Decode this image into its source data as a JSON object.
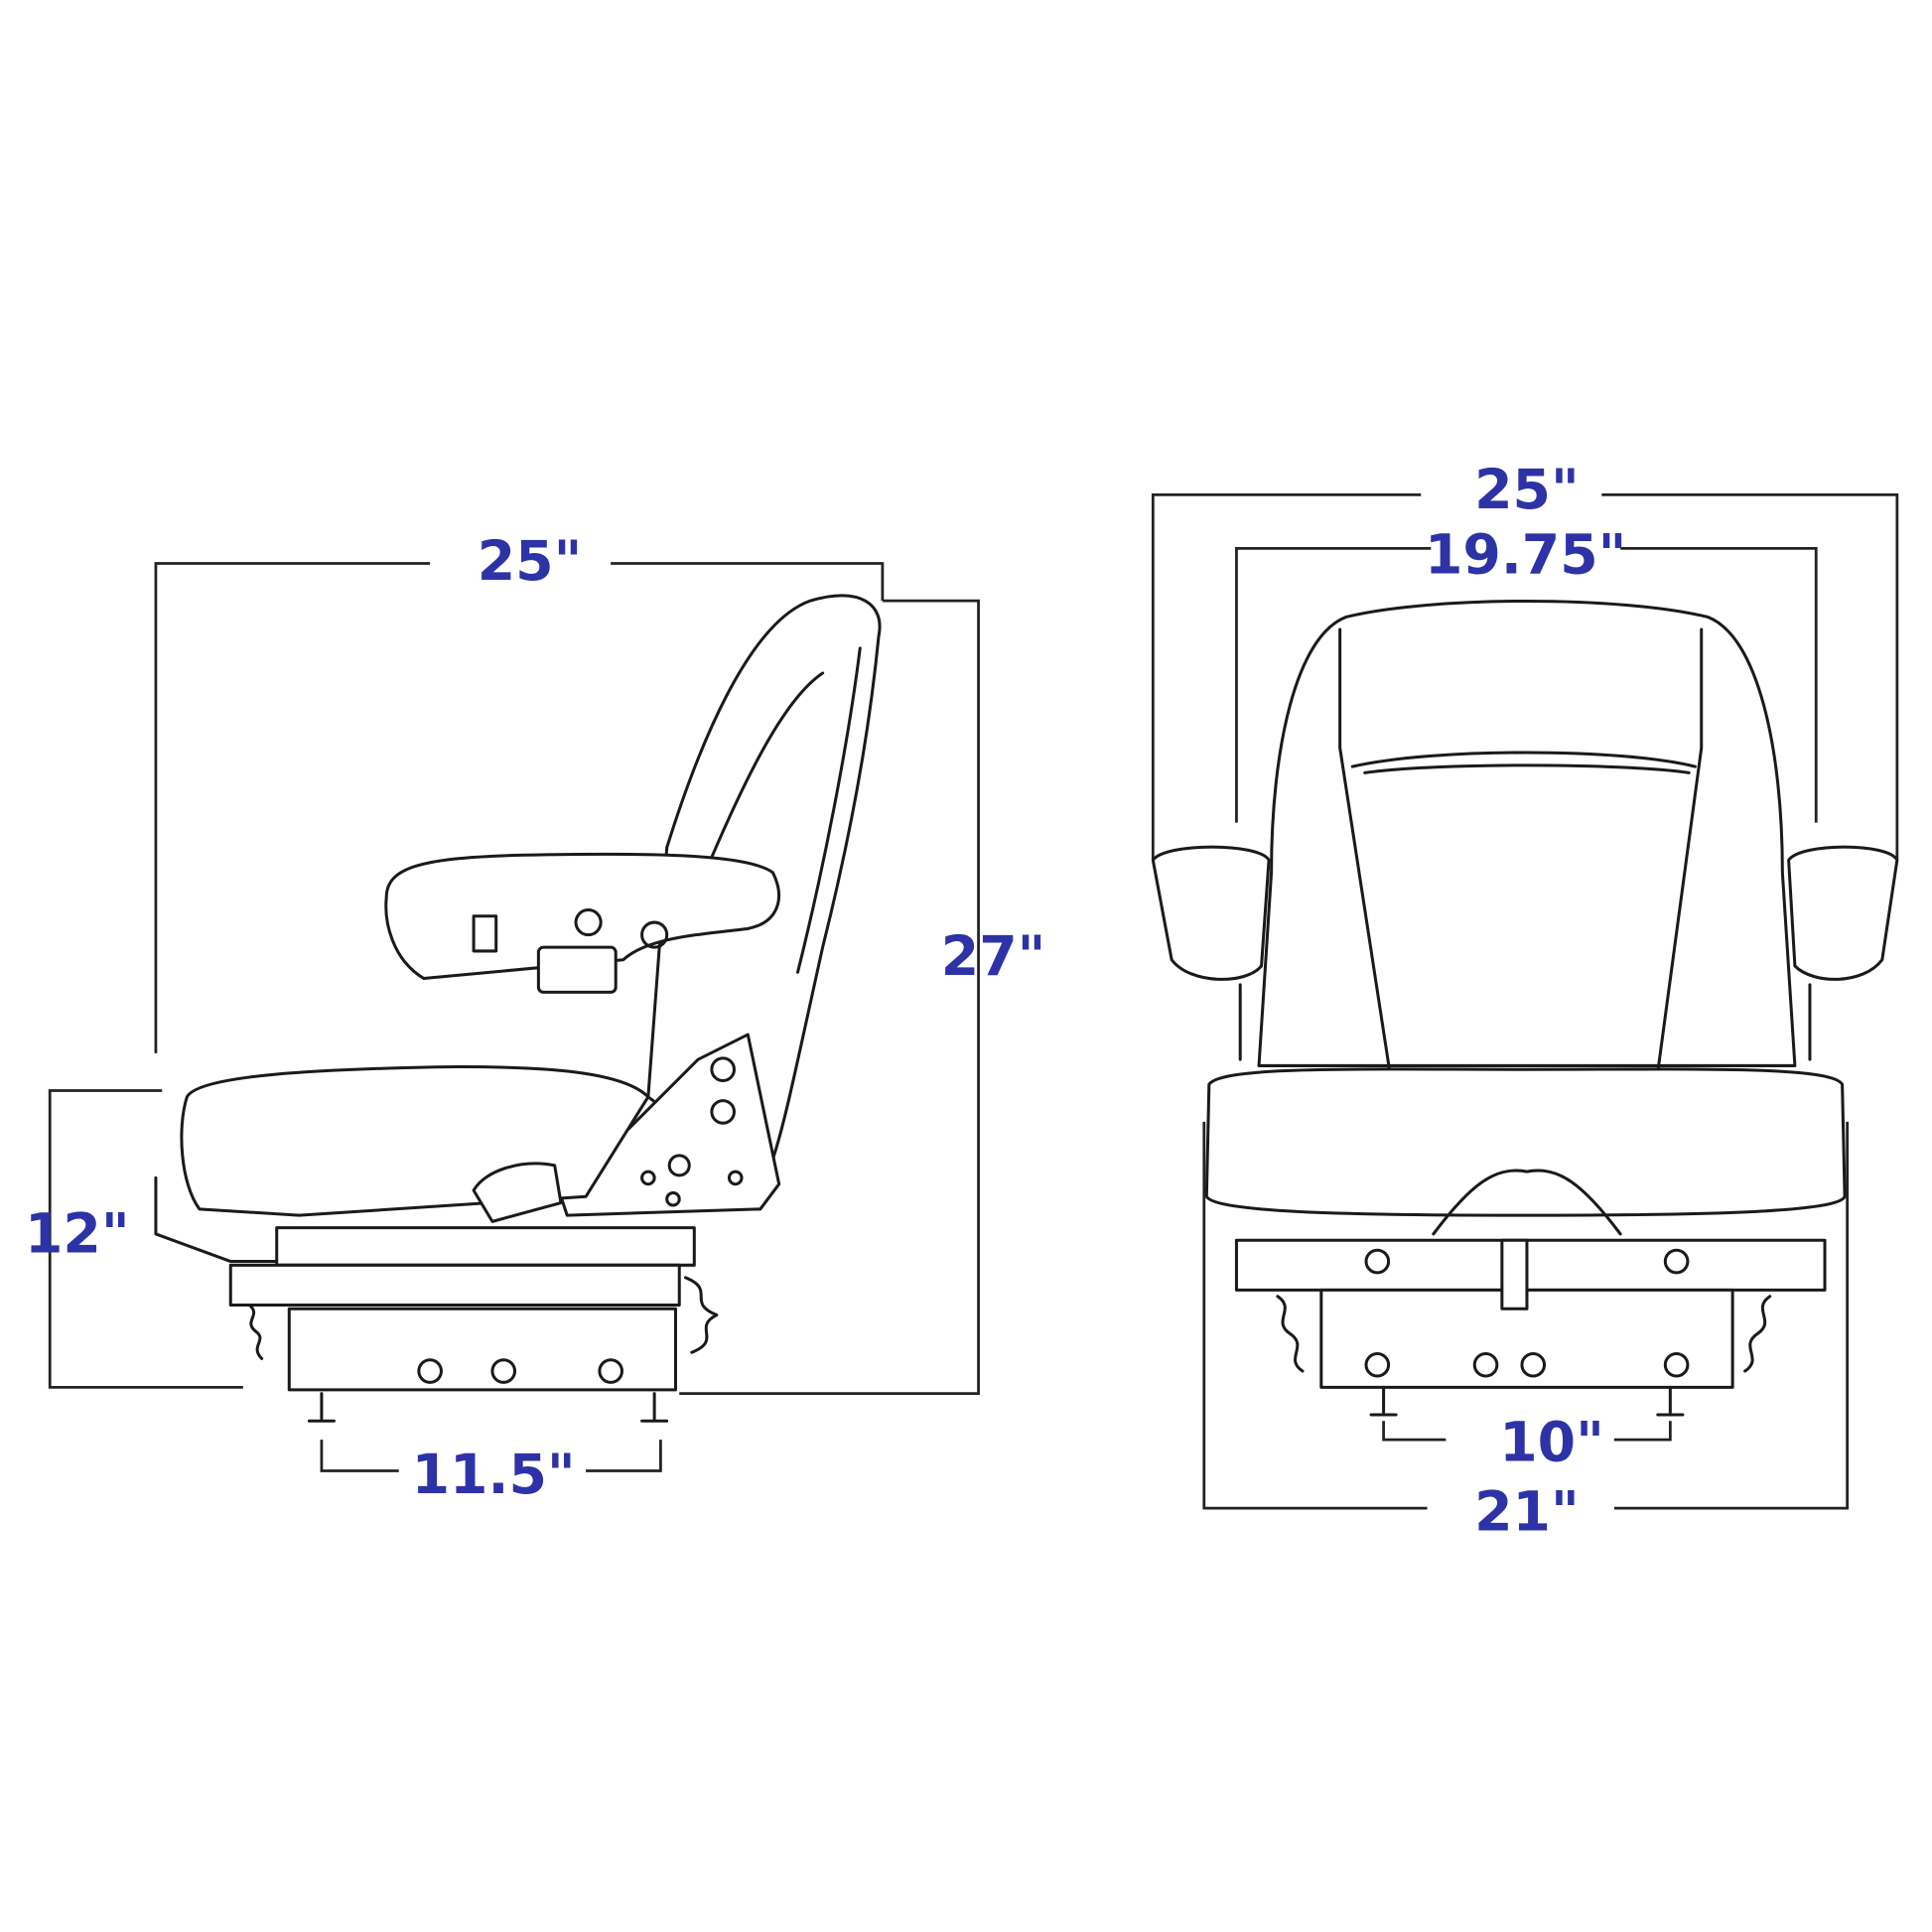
{
  "side_view": {
    "overall_depth": "25\"",
    "overall_height": "27\"",
    "seat_height": "12\"",
    "mount_spacing": "11.5\""
  },
  "front_view": {
    "overall_width": "25\"",
    "backrest_width": "19.75\"",
    "mount_spacing": "10\"",
    "base_width": "21\""
  },
  "colors": {
    "label": "#2d33a6",
    "line": "#1a1a1a"
  }
}
